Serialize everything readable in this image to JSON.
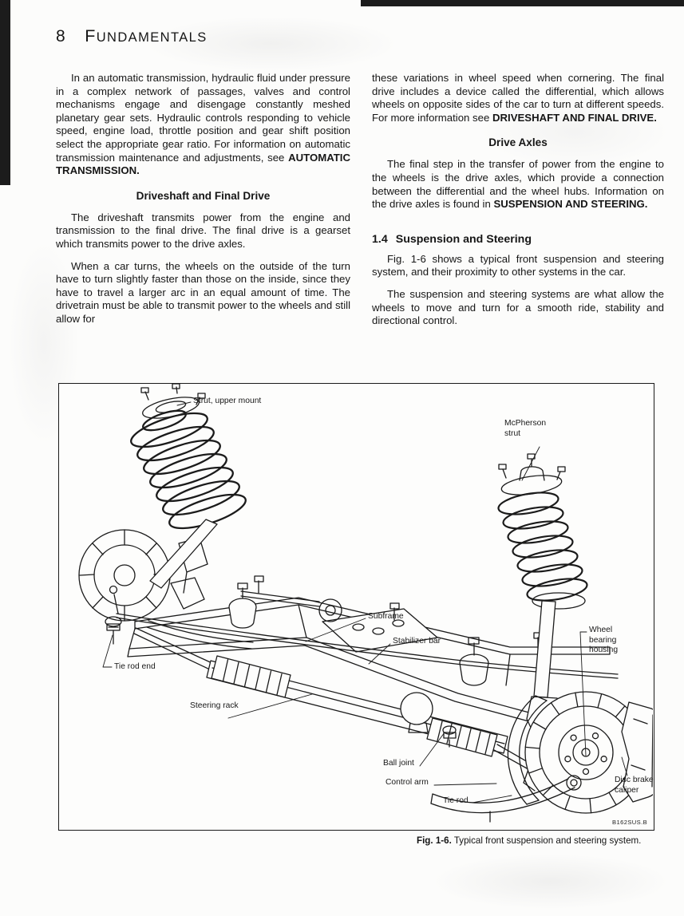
{
  "page": {
    "chapter_number": "8",
    "chapter_title": "FUNDAMENTALS"
  },
  "left_column": {
    "para1_text": "In an automatic transmission, hydraulic fluid under pressure in a complex network of passages, valves and control mechanisms engage and disengage constantly meshed planetary gear sets. Hydraulic controls responding to vehicle speed, engine load, throttle position and gear shift position select the appropriate gear ratio. For information on automatic transmission maintenance and adjustments, see ",
    "para1_ref": "AUTOMATIC TRANSMISSION.",
    "heading_driveshaft": "Driveshaft and Final Drive",
    "para2": "The driveshaft transmits power from the engine and transmission to the final drive. The final drive is a gearset which transmits power to the drive axles.",
    "para3": "When a car turns, the wheels on the outside of the turn have to turn slightly faster than those on the inside, since they have to travel a larger arc in an equal amount of time. The drivetrain must be able to transmit power to the wheels and still allow for"
  },
  "right_column": {
    "para1_text": "these variations in wheel speed when cornering. The final drive includes a device called the differential, which allows wheels on opposite sides of the car to turn at different speeds. For more information see ",
    "para1_ref": "DRIVESHAFT AND FINAL DRIVE.",
    "heading_drive_axles": "Drive Axles",
    "para2_text": "The final step in the transfer of power from the engine to the wheels is the drive axles, which provide a connection between the differential and the wheel hubs. Information on the drive axles is found in ",
    "para2_ref": "SUSPENSION AND STEERING.",
    "section_number": "1.4",
    "section_title": "Suspension and Steering",
    "para3": "Fig. 1-6 shows a typical front suspension and steering system, and their proximity to other systems in the car.",
    "para4": "The suspension and steering systems are what allow the wheels to move and turn for a smooth ride, stability and directional control."
  },
  "figure": {
    "labels": {
      "strut_upper_mount": "Strut, upper mount",
      "mcpherson_strut": "McPherson strut",
      "subframe": "Subframe",
      "stabilizer_bar": "Stabilizer bar",
      "tie_rod_end": "Tie rod end",
      "steering_rack": "Steering rack",
      "wheel_bearing_housing": "Wheel bearing housing",
      "ball_joint": "Ball joint",
      "control_arm": "Control arm",
      "tie_rod": "Tie rod",
      "disc_brake_caliper": "Disc brake caliper",
      "drawing_code": "B162SUS.B"
    },
    "caption_label": "Fig. 1-6.",
    "caption_text": "Typical front suspension and steering system."
  }
}
